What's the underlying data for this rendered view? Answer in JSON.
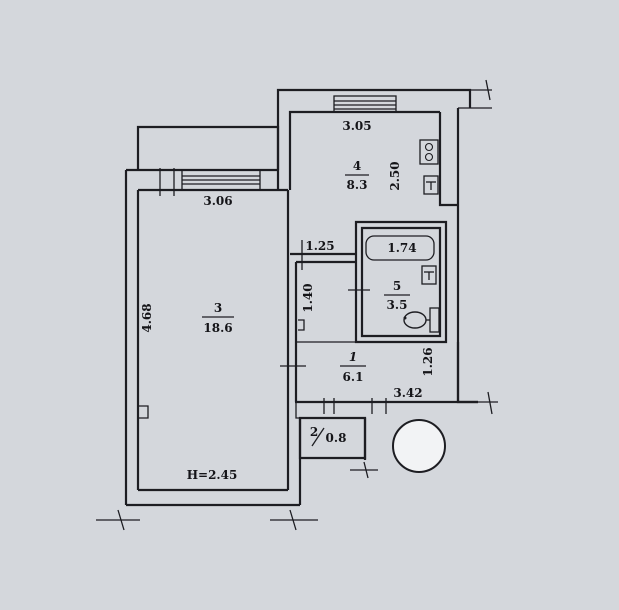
{
  "plan": {
    "background": "#d4d7dc",
    "line_color": "#1d1d22",
    "rooms": [
      {
        "id": "3",
        "number": "3",
        "area": "18.6"
      },
      {
        "id": "4",
        "number": "4",
        "area": "8.3"
      },
      {
        "id": "5",
        "number": "5",
        "area": "3.5"
      },
      {
        "id": "1",
        "number": "1",
        "area": "6.1"
      },
      {
        "id": "2",
        "number": "2",
        "area": "0.8"
      }
    ],
    "dimensions": {
      "room3_width": "3.06",
      "room3_length": "4.68",
      "room4_width": "3.05",
      "room4_length": "2.50",
      "bath_width": "1.74",
      "corridor_width": "1.25",
      "corridor_length": "1.40",
      "hall_length": "1.26",
      "hall_width": "3.42"
    },
    "ceiling_height": "H=2.45",
    "fixtures": [
      "stove-icon",
      "sink-icon",
      "bathtub-icon",
      "toilet-icon",
      "washbasin-icon",
      "stairwell-icon"
    ]
  }
}
